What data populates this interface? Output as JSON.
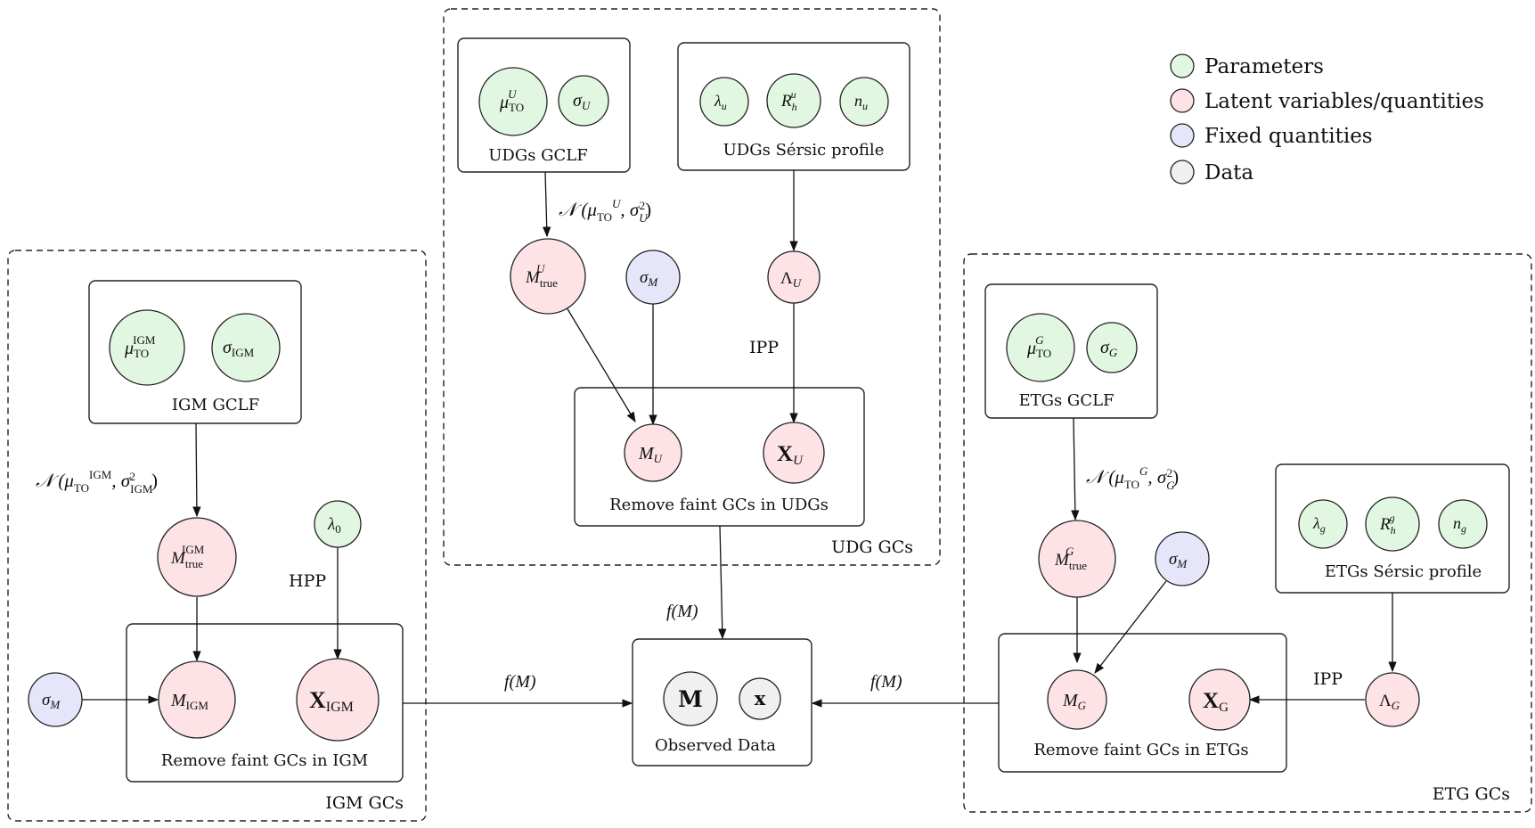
{
  "legend": {
    "parameters": "Parameters",
    "latent": "Latent variables/quantities",
    "fixed": "Fixed quantities",
    "data": "Data"
  },
  "colors": {
    "parameter": "#e2f7e2",
    "latent": "#fde3e6",
    "fixed": "#e6e6fb",
    "data": "#f0f0f0",
    "stroke": "#222222"
  },
  "groups": {
    "udg": "UDG GCs",
    "igm": "IGM GCs",
    "etg": "ETG GCs"
  },
  "boxes": {
    "udgs_gclf": "UDGs GCLF",
    "udgs_sersic": "UDGs Sérsic profile",
    "udgs_remove": "Remove faint GCs in UDGs",
    "igm_gclf": "IGM GCLF",
    "igm_remove": "Remove faint GCs in IGM",
    "etgs_gclf": "ETGs GCLF",
    "etgs_sersic": "ETGs Sérsic profile",
    "etgs_remove": "Remove faint GCs in ETGs",
    "observed": "Observed Data"
  },
  "nodes": {
    "mu_to_u": "μ",
    "sigma_u": "σ",
    "lambda_u": "λ",
    "rh_u": "R",
    "n_u": "n",
    "m_true_u": "M",
    "sigma_m_u": "σ",
    "cap_lambda_u": "Λ",
    "m_u": "M",
    "x_u": "X",
    "mu_to_igm": "μ",
    "sigma_igm": "σ",
    "m_true_igm": "M",
    "lambda_0": "λ",
    "sigma_m_igm": "σ",
    "m_igm": "M",
    "x_igm": "X",
    "mu_to_g": "μ",
    "sigma_g": "σ",
    "m_true_g": "M",
    "sigma_m_g": "σ",
    "lambda_g": "λ",
    "rh_g": "R",
    "n_g": "n",
    "cap_lambda_g": "Λ",
    "m_g": "M",
    "x_g": "X",
    "obs_m": "M",
    "obs_x": "x"
  },
  "edge_labels": {
    "normal_u": "𝒩 (μ, σ²)",
    "ipp_u": "IPP",
    "normal_igm": "𝒩 (μ, σ²)",
    "hpp": "HPP",
    "normal_g": "𝒩 (μ, σ²)",
    "ipp_g": "IPP",
    "f_m_udg": "f(M)",
    "f_m_igm": "f(M)",
    "f_m_etg": "f(M)"
  }
}
